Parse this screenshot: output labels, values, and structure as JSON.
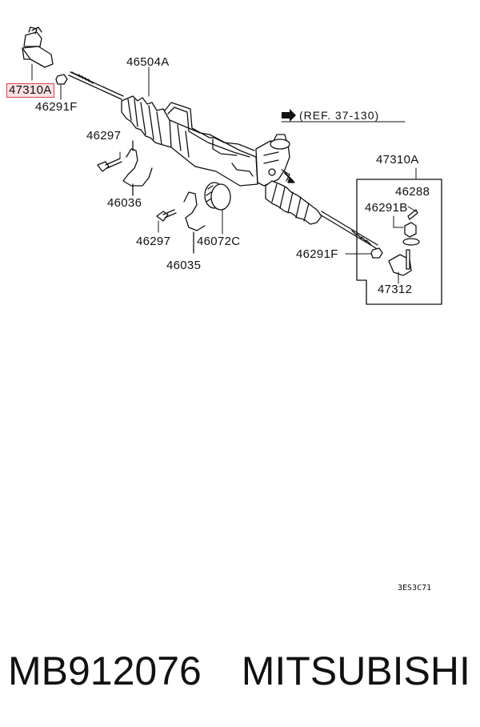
{
  "labels": {
    "tie_rod_end_assy_left": "47310A",
    "gear_assy": "46504A",
    "nut_left": "46291F",
    "ref": "(REF. 37-130)",
    "bolt_upper": "46297",
    "clamp_upper": "46036",
    "bolt_lower": "46297",
    "clamp_lower": "46035",
    "bushing": "46072C",
    "tie_rod_end_assy_right": "47310A",
    "cotter_pin": "46288",
    "castle_nut": "46291B",
    "nut_right": "46291F",
    "tie_rod_end_right": "47312"
  },
  "diagram_code": "3ES3C71",
  "caption": {
    "part_number": "MB912076",
    "brand": "MITSUBISHI"
  },
  "colors": {
    "highlight_border": "#d9434f",
    "highlight_fill": "#fbe0e3",
    "line": "#111111"
  }
}
